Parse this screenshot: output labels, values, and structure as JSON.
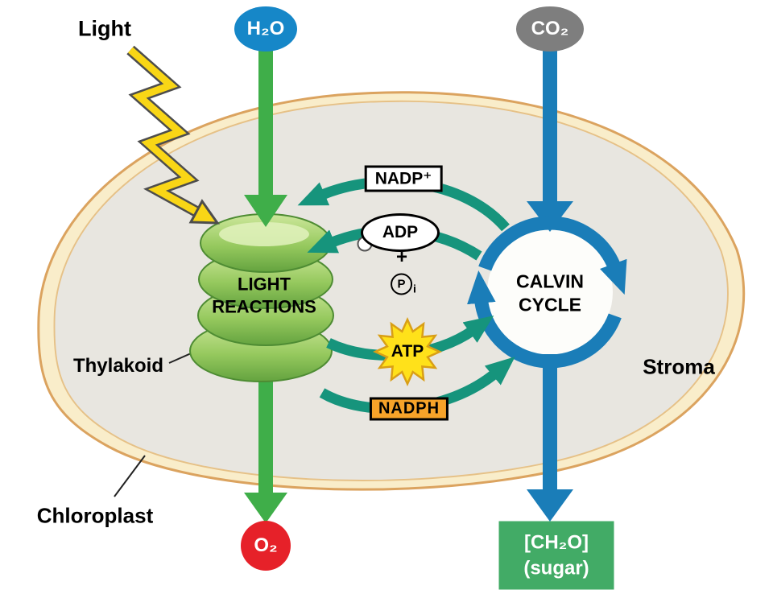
{
  "labels": {
    "light": "Light",
    "thylakoid": "Thylakoid",
    "chloroplast": "Chloroplast",
    "stroma": "Stroma"
  },
  "processes": {
    "light_reactions": {
      "line1": "LIGHT",
      "line2": "REACTIONS"
    },
    "calvin_cycle": {
      "line1": "CALVIN",
      "line2": "CYCLE"
    }
  },
  "molecules": {
    "h2o": "H₂O",
    "co2": "CO₂",
    "o2": "O₂",
    "nadp_plus": "NADP⁺",
    "adp": "ADP",
    "plus": "+",
    "phosphate_p": "P",
    "phosphate_i": "i",
    "atp": "ATP",
    "nadph": "NADPH",
    "sugar_formula": "[CH₂O]",
    "sugar_name": "(sugar)"
  },
  "colors": {
    "water_blue": "#1687c8",
    "co2_gray": "#7e7e7e",
    "o2_red": "#e62129",
    "sugar_green": "#42ab66",
    "arrow_green": "#3fae49",
    "arrow_blue": "#1a7db8",
    "arrow_teal": "#16947c",
    "atp_yellow": "#ffe11a",
    "nadph_orange": "#f7a329",
    "lightning_yellow": "#f9d616",
    "membrane_cream": "#f9edca",
    "membrane_line": "#dba35f",
    "stroma_gray": "#e8e6e0",
    "thylakoid_green": "#96c95e"
  }
}
